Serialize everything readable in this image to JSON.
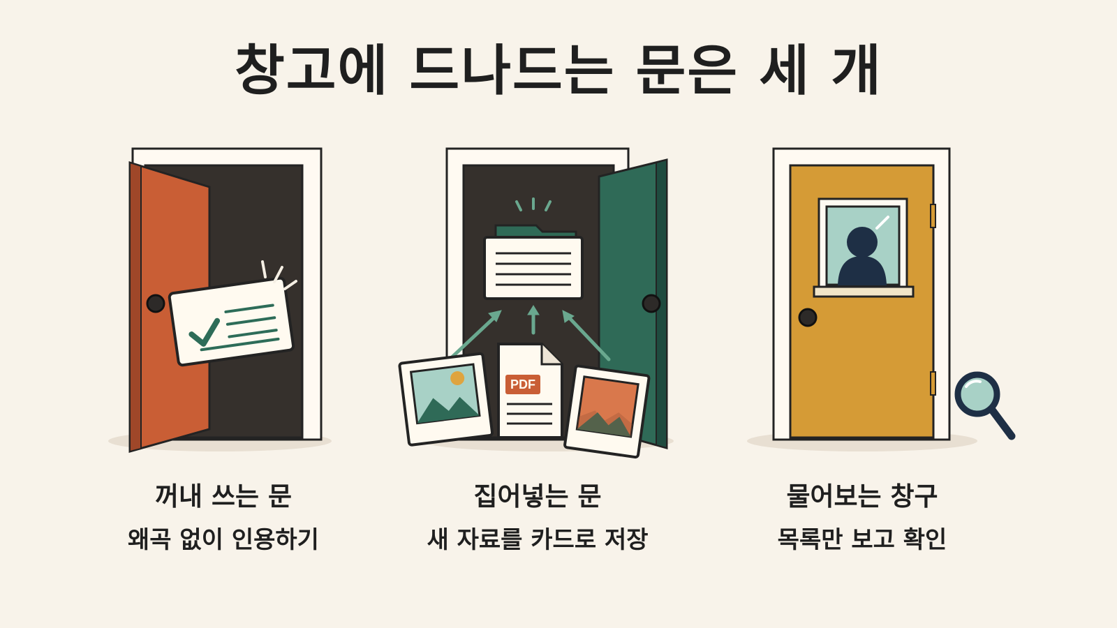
{
  "page": {
    "title": "창고에 드나드는 문은 세 개"
  },
  "doors": [
    {
      "title": "꺼내 쓰는 문",
      "subtitle": "왜곡 없이 인용하기",
      "door_color": "#c95e35",
      "icon": "checklist-card"
    },
    {
      "title": "집어넣는 문",
      "subtitle": "새 자료를 카드로 저장",
      "door_color": "#2f6a57",
      "icon": "folder",
      "file_badge": "PDF"
    },
    {
      "title": "물어보는 창구",
      "subtitle": "목록만 보고 확인",
      "door_color": "#d59b36",
      "icon": "magnifier"
    }
  ],
  "colors": {
    "background": "#f8f3ea",
    "frame": "#fffaf2",
    "dark_room": "#35302c",
    "accent_green": "#2d6c58",
    "window_glass": "#a8d1c6",
    "person": "#1e2f45"
  }
}
